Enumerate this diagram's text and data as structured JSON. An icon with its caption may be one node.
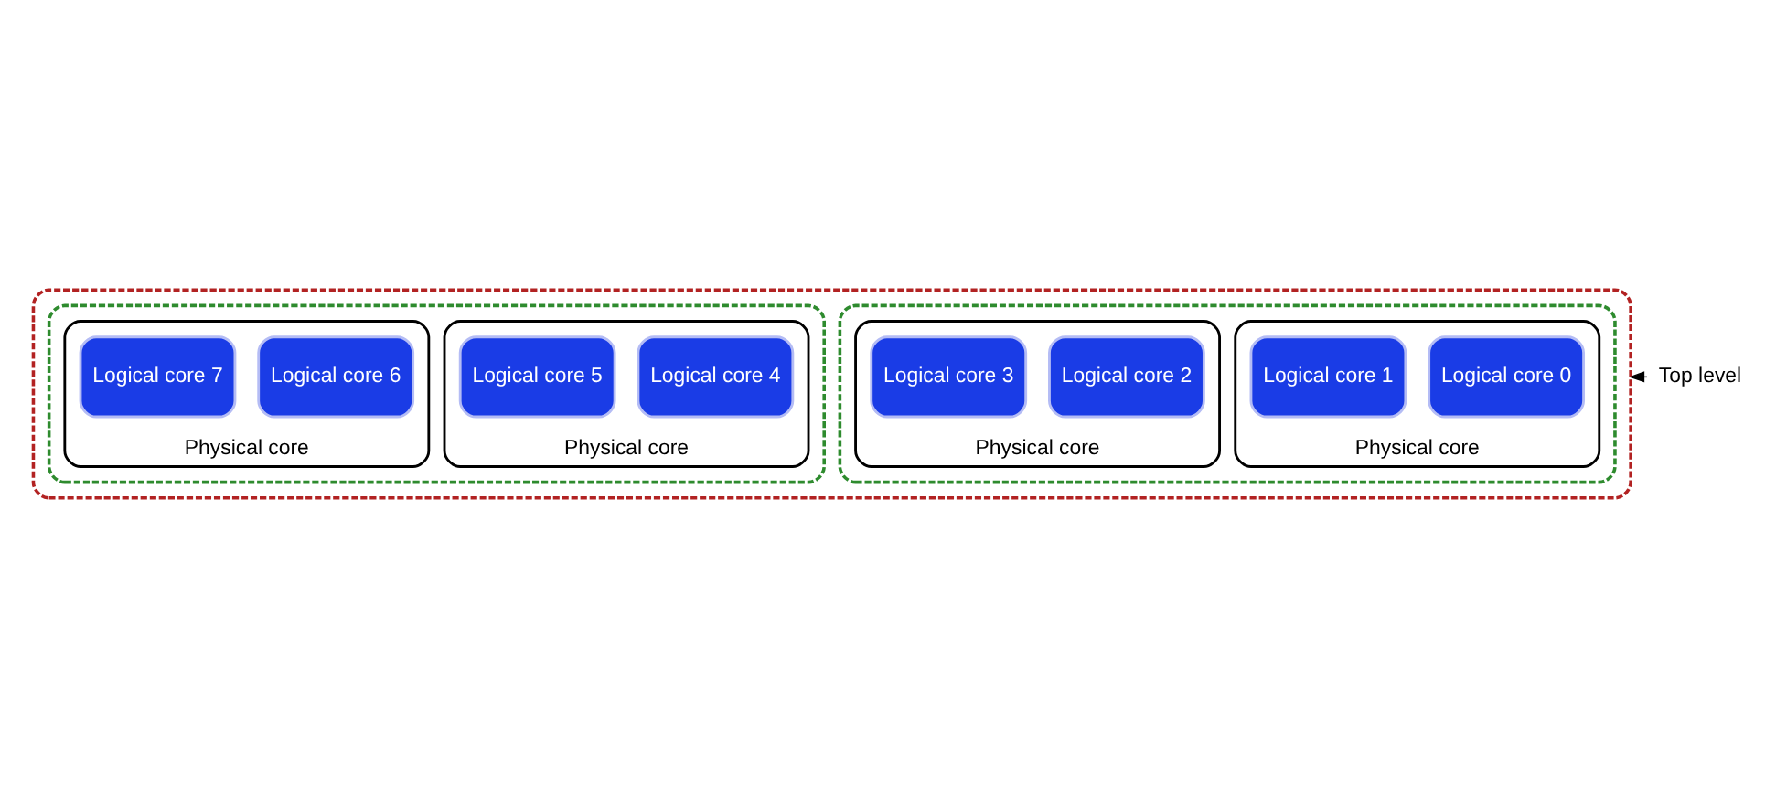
{
  "diagram": {
    "nodes": [
      {
        "text": [],
        "shape": "box"
      },
      {
        "text": [],
        "shape": "box",
        "in": 0
      },
      {
        "text": [
          "Physical core"
        ],
        "in": 1
      },
      {
        "text": [
          "Logical core 0"
        ],
        "in": 2
      },
      {
        "text": [
          "Logical core 1"
        ],
        "in": 2
      },
      {
        "text": [
          "Physical core"
        ],
        "in": 1
      },
      {
        "text": [
          "Logical core 2"
        ],
        "in": 5
      },
      {
        "text": [
          "Logical core 3"
        ],
        "in": 5
      },
      {
        "text": [],
        "shape": "box",
        "in": 0
      },
      {
        "text": [
          "Physical core"
        ],
        "in": 8
      },
      {
        "text": [
          "Logical core 4"
        ],
        "in": 9
      },
      {
        "text": [
          "Logical core 5"
        ],
        "in": 9
      },
      {
        "text": [
          "Physical core"
        ],
        "in": 8
      },
      {
        "text": [
          "Logical core 6"
        ],
        "in": 12
      },
      {
        "text": [
          "Logical core 7"
        ],
        "in": 12
      },
      {
        "text": [
          "Top level"
        ]
      }
    ],
    "edges": [
      {
        "from": 15,
        "to": 0,
        "arrow": "to"
      }
    ]
  }
}
